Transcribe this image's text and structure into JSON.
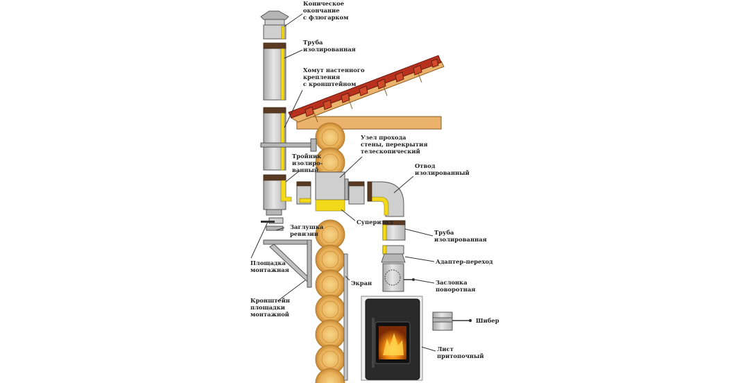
{
  "labels": {
    "conical_top": [
      "Коническое",
      "окончание",
      "с флюгарком"
    ],
    "pipe_insulated_top": [
      "Труба",
      "изолированная"
    ],
    "wall_clamp": [
      "Хомут настенного",
      "крепления",
      "с кронштейном"
    ],
    "tee": [
      "Тройник",
      "изолиро-",
      "ванный"
    ],
    "pass_through": [
      "Узел прохода",
      "стены, перекрытия",
      "телескопический"
    ],
    "elbow": [
      "Отвод",
      "изолированный"
    ],
    "superizol": [
      "Суперизол"
    ],
    "pipe_insulated_right": [
      "Труба",
      "изолированная"
    ],
    "adapter": [
      "Адаптер-переход"
    ],
    "damper_rotary": [
      "Заслонка",
      "поворотная"
    ],
    "inspection_cap": [
      "Заглушка",
      "ревизии"
    ],
    "mount_platform": [
      "Площадка",
      "монтажная"
    ],
    "screen": [
      "Экран"
    ],
    "platform_bracket": [
      "Кронштейн",
      "площадки",
      "монтажной"
    ],
    "shiber": [
      "Шибер"
    ],
    "pre_furnace_sheet": [
      "Лист",
      "притопочный"
    ]
  },
  "colors": {
    "pipe": "#cfcfcf",
    "insulation": "#f4d81a",
    "wood": "#e9b15a",
    "roof_tile": "#b8301e",
    "stove": "#2a2a2a",
    "fire": "#f08a10"
  }
}
